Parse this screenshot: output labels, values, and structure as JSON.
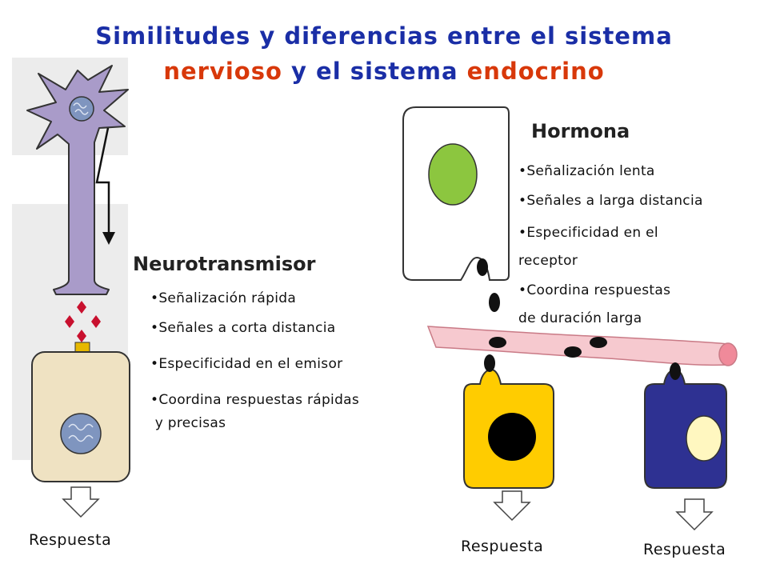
{
  "title": {
    "line1": "Similitudes y diferencias entre el sistema",
    "line2_part1": "nervioso",
    "line2_part2": "y el sistema",
    "line2_part3": "endocrino"
  },
  "neurotransmisor": {
    "heading": "Neurotransmisor",
    "items": [
      "•Señalización rápida",
      "•Señales a corta distancia",
      "•Especificidad en el emisor",
      "•Coordina respuestas rápidas",
      " y precisas"
    ]
  },
  "hormona": {
    "heading": "Hormona",
    "items": [
      "•Señalización lenta",
      "•Señales a larga distancia",
      "•Especificidad en el",
      "receptor",
      "•Coordina respuestas",
      "de duración larga"
    ]
  },
  "responses": [
    "Respuesta",
    "Respuesta",
    "Respuesta"
  ],
  "colors": {
    "title_blue": "#1a2ea6",
    "title_orange": "#d8380a",
    "neuron": "#a99bc9",
    "nucleus": "#7f95bf",
    "target_cell": "#efe2c2",
    "vesicle": "#c8102e",
    "endocrine_nucleus": "#8cc63f",
    "blood_vessel": "#f6c9cf",
    "yellow_cell": "#ffcc00",
    "blue_cell": "#2e3192",
    "pale_nucleus": "#fff7c0"
  }
}
